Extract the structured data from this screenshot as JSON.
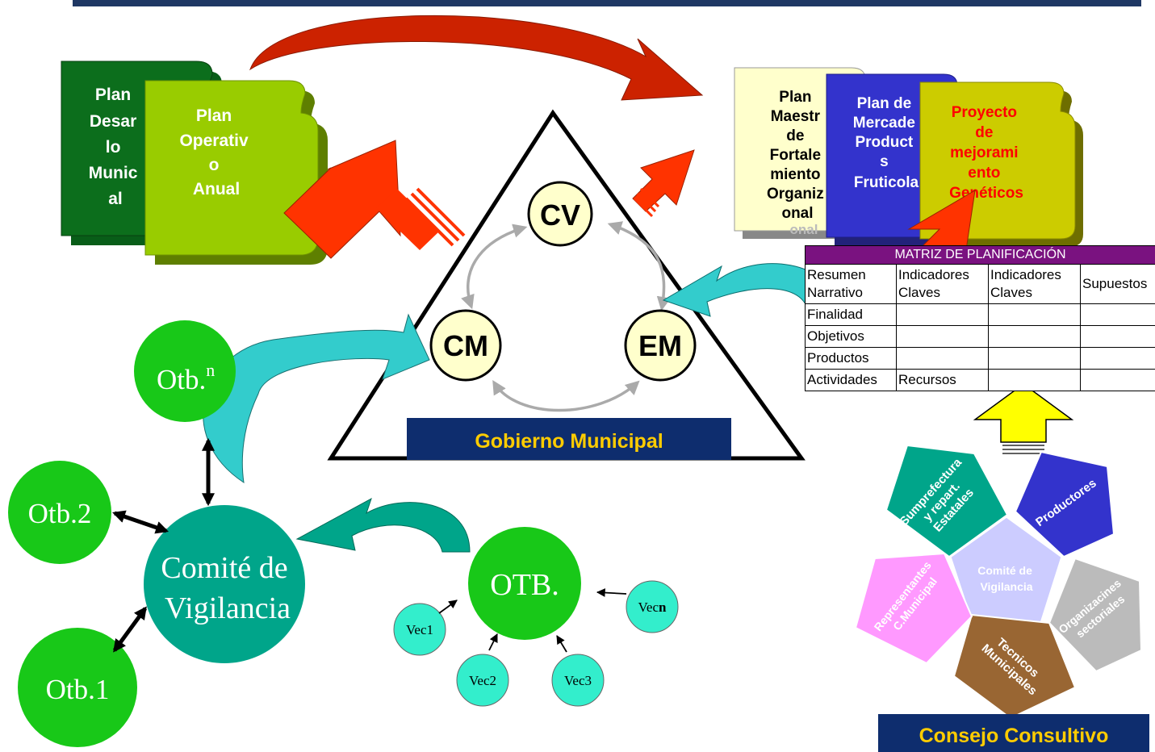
{
  "colors": {
    "top_rule": "#1f3864",
    "dark_green": "#0c6e1c",
    "light_green": "#99cc00",
    "cream": "#ffffcc",
    "blue_doc": "#3333cc",
    "yellow_doc": "#cccc00",
    "red_text": "#ff0000",
    "red_arrow": "#ff3300",
    "cyan_arrow": "#33cccc",
    "teal": "#00a58a",
    "green_circle": "#18c818",
    "vec_circle": "#33eecc",
    "navy_label": "#0e2d6e",
    "gold_text": "#ffcc00",
    "matrix_header": "#7a1280",
    "yellow_arrow": "#ffff00"
  },
  "documents": {
    "plan_desarrollo": "Plan Desarrollo Municipal",
    "plan_operativo": "Plan Operativo Anual",
    "plan_maestro": "Plan Maestro de Fortalecimiento Organizacional",
    "plan_mercadeo": "Plan de Mercadeo Productos Fruticolas",
    "proyecto": "Proyecto de mejoramiento Genéticos"
  },
  "triangle": {
    "cv": "CV",
    "cm": "CM",
    "em": "EM",
    "label": "Gobierno Municipal"
  },
  "matrix": {
    "title": "MATRIZ DE PLANIFICACIÓN",
    "headers": [
      "Resumen Narrativo",
      "Indicadores Claves",
      "Indicadores Claves",
      "Supuestos"
    ],
    "rows": [
      "Finalidad",
      "Objetivos",
      "Productos",
      "Actividades"
    ],
    "activities_col2": "Recursos"
  },
  "left_network": {
    "otb_n": "Otb.",
    "otb_n_sup": "n",
    "otb_2": "Otb.2",
    "otb_1": "Otb.1",
    "comite_line1": "Comité de",
    "comite_line2": "Vigilancia",
    "otb": "OTB.",
    "vec1": "Vec1",
    "vec2": "Vec2",
    "vec3": "Vec3",
    "vecn_prefix": "Vec",
    "vecn_bold": "n"
  },
  "consejo": {
    "center": "Comité de Vigilancia",
    "sumprefectura": "Sumprefectura y repart. Estatales",
    "productores": "Productores",
    "organizaciones": "Organizacines sectoriales",
    "tecnicos": "Tecnicos Municipales",
    "representantes": "Representantes C.Municipal",
    "label": "Consejo Consultivo"
  }
}
